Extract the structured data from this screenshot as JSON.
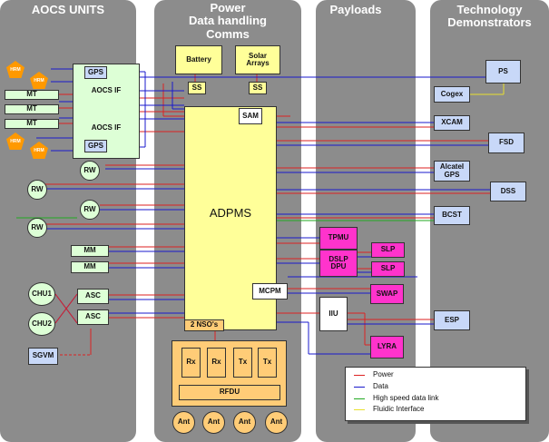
{
  "panels": {
    "aocs": "AOCS UNITS",
    "power_line1": "Power",
    "power_line2": "Data handling",
    "power_line3": "Comms",
    "payloads": "Payloads",
    "tech_line1": "Technology",
    "tech_line2": "Demonstrators"
  },
  "aocs_units": {
    "hrm": "HRM",
    "gps": "GPS",
    "aocs_if": "AOCS IF",
    "mt": "MT",
    "rw": "RW",
    "mm": "MM",
    "chu1": "CHU1",
    "chu2": "CHU2",
    "asc": "ASC",
    "sgvm": "SGVM"
  },
  "power_units": {
    "battery": "Battery",
    "solar_line1": "Solar",
    "solar_line2": "Arrays",
    "ss": "SS",
    "sam": "SAM",
    "adpms": "ADPMS",
    "mcpm": "MCPM",
    "nsos": "2 NSO's",
    "rx": "Rx",
    "tx": "Tx",
    "rfdu": "RFDU",
    "ant": "Ant"
  },
  "payload_units": {
    "tpmu": "TPMU",
    "dslp_line1": "DSLP",
    "dslp_line2": "DPU",
    "slp": "SLP",
    "swap": "SWAP",
    "iiu": "IIU",
    "lyra": "LYRA"
  },
  "tech_units": {
    "ps": "PS",
    "cogex": "Cogex",
    "xcam": "XCAM",
    "fsd": "FSD",
    "alcatel_line1": "Alcatel",
    "alcatel_line2": "GPS",
    "dss": "DSS",
    "bcst": "BCST",
    "esp": "ESP"
  },
  "legend": {
    "power": "Power",
    "data": "Data",
    "hsdl": "High speed data link",
    "fluidic": "Fluidic Interface"
  },
  "colors": {
    "power": "#dd2222",
    "data": "#1a1acc",
    "hsdl": "#22aa22",
    "fluidic": "#e8e030",
    "panel": "#8c8c8c"
  }
}
